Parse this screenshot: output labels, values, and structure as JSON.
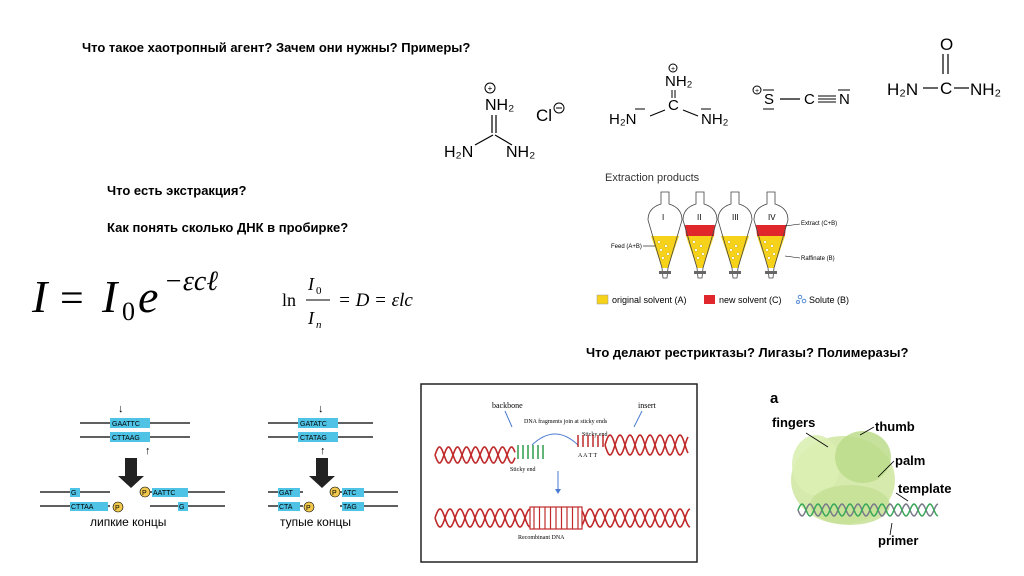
{
  "questions": {
    "q1": "Что такое хаотропный агент? Зачем они нужны? Примеры?",
    "q2": "Что есть экстракция?",
    "q3": "Как понять сколько ДНК в пробирке?",
    "q4": "Что делают рестриктазы? Лигазы? Полимеразы?"
  },
  "chem": {
    "guan_top": "NH₂",
    "guan_left": "H₂N",
    "guan_right": "NH₂",
    "guan_cl": "Cl",
    "g2_top": "NH₂",
    "g2_left": "H₂N",
    "g2_c": "C",
    "g2_right": "NH₂",
    "thio_s": "S",
    "thio_c": "C",
    "thio_n": "N",
    "urea_o": "O",
    "urea_c": "C",
    "urea_left": "H₂N",
    "urea_right": "NH₂"
  },
  "extraction": {
    "title": "Extraction products",
    "funnels": [
      "I",
      "II",
      "III",
      "IV"
    ],
    "feed": "Feed (A+B)",
    "extract": "Extract (C+B)",
    "raffinate": "Raffinate (B)",
    "legend": [
      "original solvent (A)",
      "new solvent (C)",
      "Solute (B)"
    ],
    "colors": {
      "yellow": "#f6d21a",
      "red": "#e0272b",
      "solute": "#5b8fd6"
    }
  },
  "formula1": {
    "I": "I",
    "eq": "=",
    "I0": "I",
    "sub0": "0",
    "e": "e",
    "exp": "−εcℓ"
  },
  "formula2": {
    "ln": "ln",
    "num": "I",
    "numsub": "0",
    "den": "I",
    "densub": "n",
    "rest": "= D = εlc"
  },
  "dna_sticky": {
    "top": "GAATTC",
    "bottom": "CTTAAG",
    "left_top": "G",
    "left_bottom": "CTTAA",
    "right_top": "AATTC",
    "right_bottom": "G",
    "p": "P",
    "caption": "липкие концы"
  },
  "dna_blunt": {
    "top": "GATATC",
    "bottom": "CTATAG",
    "left_top": "GAT",
    "left_bottom": "CTA",
    "right_top": "ATC",
    "right_bottom": "TAG",
    "p": "P",
    "caption": "тупые концы"
  },
  "ligation": {
    "backbone": "backbone",
    "insert": "insert",
    "join": "DNA fragments join at sticky ends",
    "sticky_top": "Sticky end",
    "sticky_bottom": "Sticky end",
    "seq": "A A T T",
    "recombinant": "Recombinant DNA"
  },
  "polymerase": {
    "a": "a",
    "fingers": "fingers",
    "thumb": "thumb",
    "palm": "palm",
    "template": "template",
    "primer": "primer"
  }
}
